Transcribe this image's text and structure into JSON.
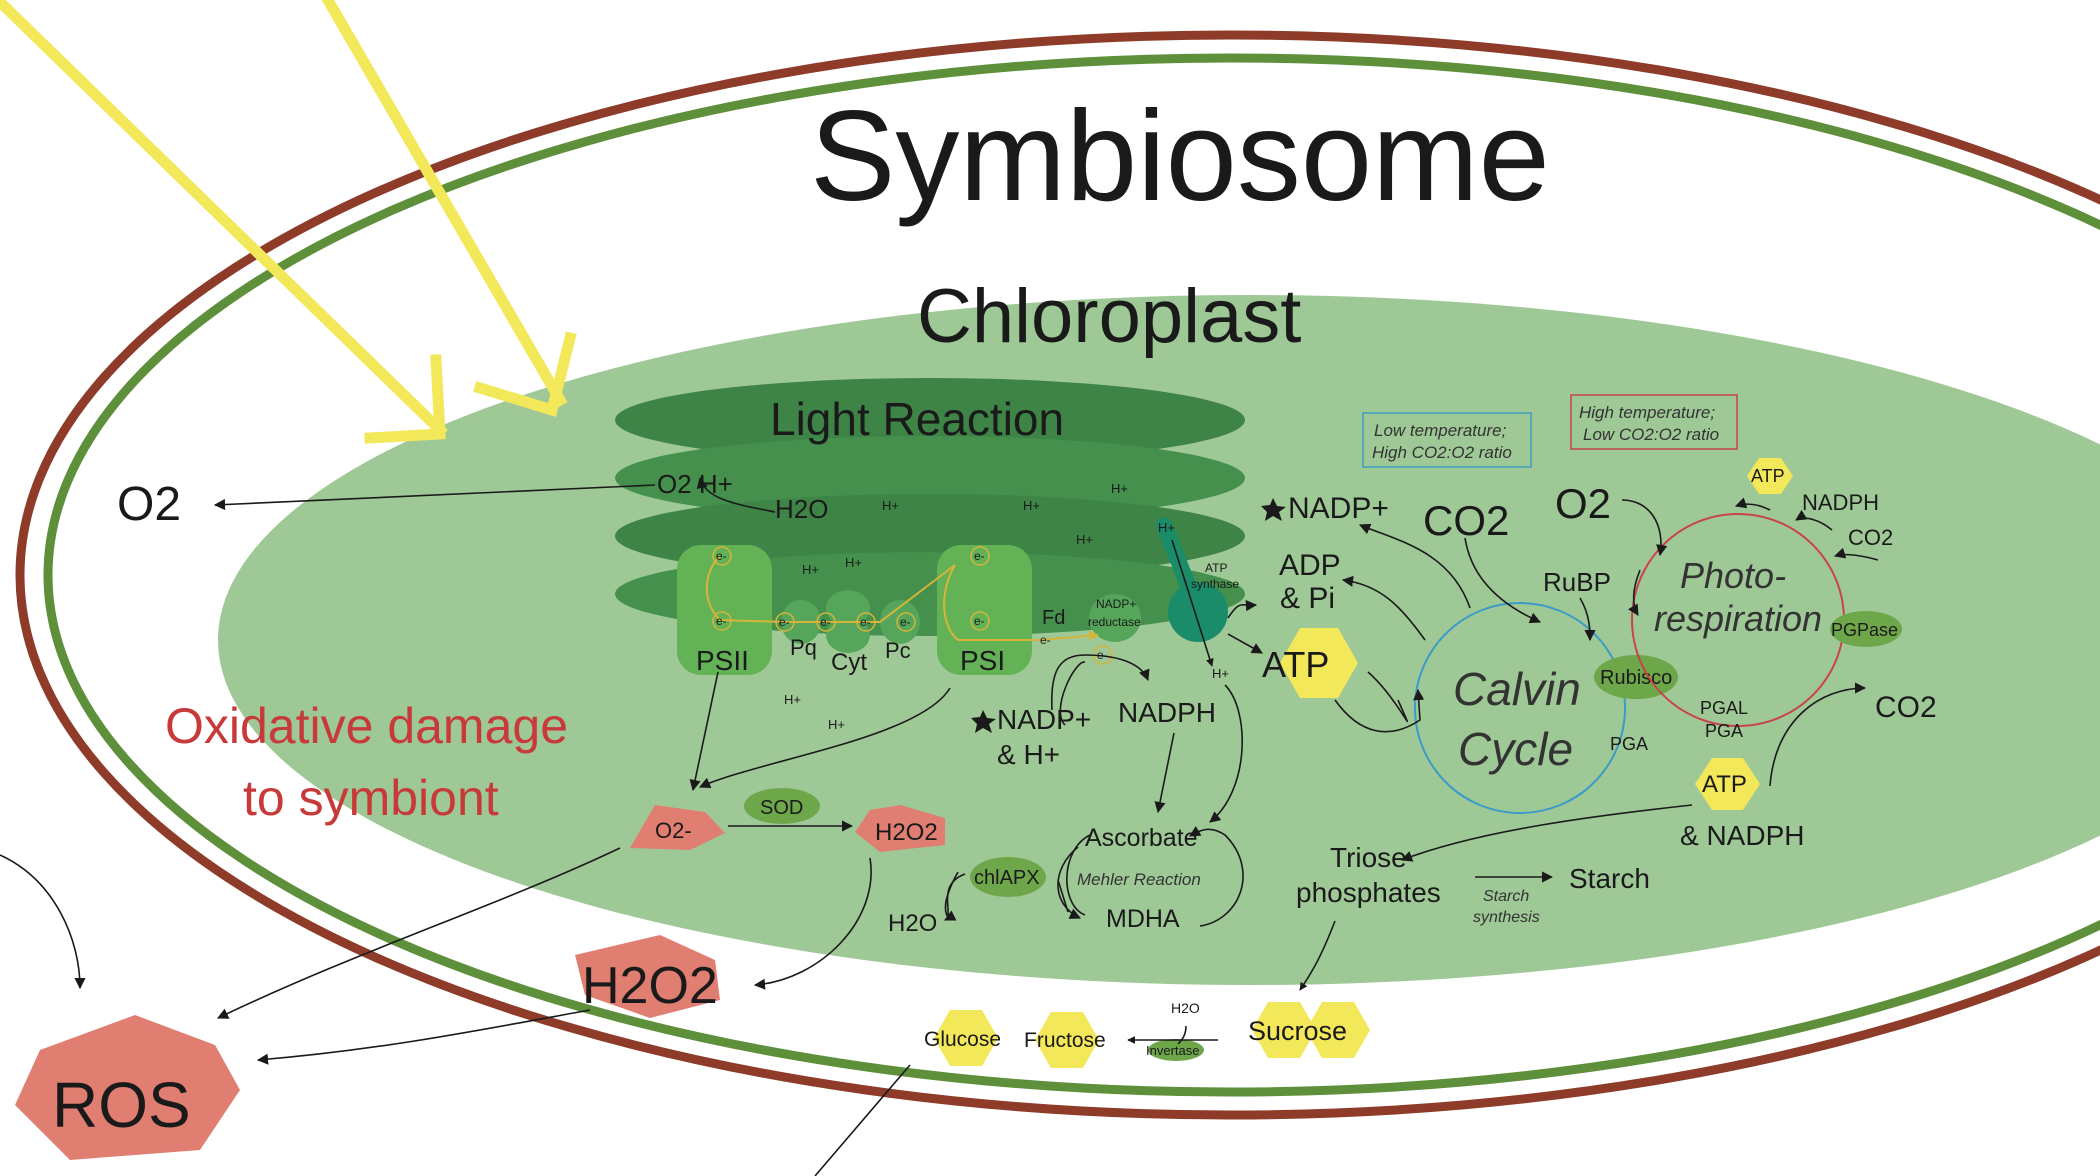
{
  "colors": {
    "outer_membrane": "#8e3b2a",
    "inner_membrane": "#5e8f3a",
    "chloroplast": "#9fc897",
    "thylakoid_dark": "#3e8447",
    "thylakoid_mid": "#4a9a52",
    "photosystem": "#63b356",
    "ros": "#e07e72",
    "atp": "#f3e75a",
    "enzyme": "#6ea64a",
    "light_arrow": "#f2e85a",
    "damage_text": "#c83a3a",
    "cool_box": "#3aa0c0",
    "warm_box": "#c8444a",
    "calvin_ring": "#3a9ac8",
    "photoresp_ring": "#c8444a"
  },
  "titles": {
    "symbiosome": "Symbiosome",
    "chloroplast": "Chloroplast",
    "light_reaction": "Light Reaction"
  },
  "host": {
    "o2": "O2",
    "h2o2": "H2O2",
    "ros": "ROS",
    "damage_line1": "Oxidative damage",
    "damage_line2": "to symbiont"
  },
  "light_reaction": {
    "o2h": "O2 H+",
    "h2o": "H2O",
    "psii": "PSII",
    "psi": "PSI",
    "pq": "Pq",
    "cyt": "Cyt",
    "pc": "Pc",
    "fd": "Fd",
    "electron": "e-",
    "proton": "H+",
    "nadp_reductase_1": "NADP+",
    "nadp_reductase_2": "reductase",
    "atp_synthase_1": "ATP",
    "atp_synthase_2": "synthase"
  },
  "mehler": {
    "o2_minus": "O2-",
    "sod": "SOD",
    "h2o2": "H2O2",
    "chlapx": "chlAPX",
    "h2o": "H2O",
    "ascorbate": "Ascorbate",
    "mehler_reaction": "Mehler Reaction",
    "mdha": "MDHA",
    "nadph": "NADPH",
    "nadp_h_1": "NADP+",
    "nadp_h_2": "& H+"
  },
  "energy": {
    "nadp": "NADP+",
    "adp_1": "ADP",
    "adp_2": "& Pi",
    "atp": "ATP"
  },
  "calvin": {
    "co2": "CO2",
    "calvin_1": "Calvin",
    "calvin_2": "Cycle",
    "rubisco": "Rubisco",
    "pga": "PGA",
    "triose_1": "Triose",
    "triose_2": "phosphates",
    "starch": "Starch",
    "starch_synth_1": "Starch",
    "starch_synth_2": "synthesis",
    "low_temp_1": "Low temperature;",
    "low_temp_2": "High CO2:O2 ratio",
    "high_temp_1": "High temperature;",
    "high_temp_2": "Low CO2:O2 ratio"
  },
  "photoresp": {
    "o2": "O2",
    "rubp": "RuBP",
    "atp": "ATP",
    "nadph": "NADPH",
    "co2_small": "CO2",
    "label_1": "Photo-",
    "label_2": "respiration",
    "pgpase": "PGPase",
    "pgal": "PGAL",
    "pga": "PGA",
    "co2_out": "CO2",
    "atp2": "ATP",
    "and_nadph": "& NADPH"
  },
  "sugars": {
    "glucose": "Glucose",
    "fructose": "Fructose",
    "h2o": "H2O",
    "invertase": "Invertase",
    "sucrose": "Sucrose"
  }
}
